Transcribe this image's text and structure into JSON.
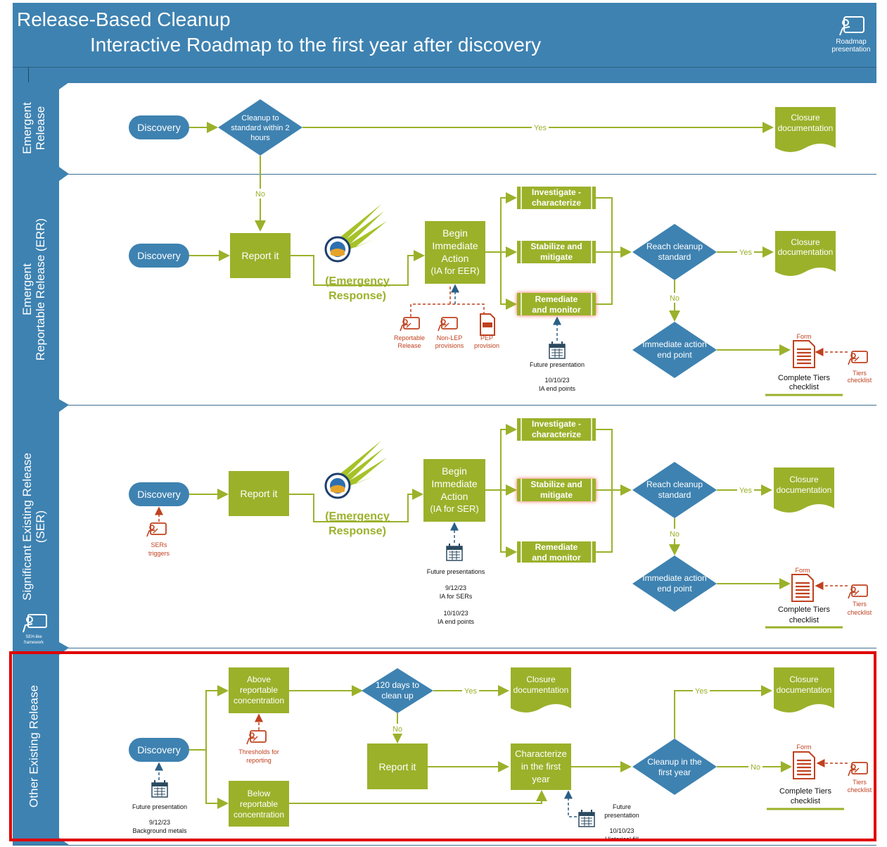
{
  "header": {
    "title": "Release-Based Cleanup",
    "subtitle": "Interactive Roadmap to the first year after discovery",
    "icon_label_1": "Roadmap",
    "icon_label_2": "presentation"
  },
  "lanes": {
    "er": {
      "line1": "Emergent",
      "line2": "Release"
    },
    "err": {
      "line1": "Emergent",
      "line2": "Reportable Release  (ERR)"
    },
    "ser": {
      "line1": "Significant Existing Release",
      "line2": "(SER)"
    },
    "oer": {
      "line1": "Other Existing Release"
    }
  },
  "common": {
    "discovery": "Discovery",
    "report_it": "Report it",
    "yes": "Yes",
    "no": "No",
    "closure_1": "Closure",
    "closure_2": "documentation",
    "emergency_1": "(Emergency",
    "emergency_2": "Response)",
    "investigate_1": "Investigate -",
    "investigate_2": "characterize",
    "stabilize_1": "Stabilize and",
    "stabilize_2": "mitigate",
    "remediate_1": "Remediate",
    "remediate_2": "and monitor",
    "reach_1": "Reach cleanup",
    "reach_2": "standard",
    "ia_end_1": "Immediate action",
    "ia_end_2": "end point",
    "form": "Form",
    "tiers_1": "Complete Tiers",
    "tiers_2": "checklist",
    "tiers_icon_1": "Tiers",
    "tiers_icon_2": "checklist",
    "begin_1": "Begin",
    "begin_2": "Immediate",
    "begin_3": "Action"
  },
  "er": {
    "cleanup_1": "Cleanup to",
    "cleanup_2": "standard within 2",
    "cleanup_3": "hours"
  },
  "err": {
    "begin_4": "(IA for EER)",
    "rr_1": "Reportable",
    "rr_2": "Release",
    "nonlep_1": "Non-LEP",
    "nonlep_2": "provisions",
    "pep_1": "PEP",
    "pep_2": "provision",
    "future_1": "Future presentation",
    "future_2": "10/10/23",
    "future_3": "IA end points"
  },
  "ser": {
    "begin_4": "(IA for SER)",
    "triggers_1": "SERs",
    "triggers_2": "triggers",
    "future_1": "Future presentations",
    "future_2": "9/12/23",
    "future_3": "IA for SERs",
    "future_4": "10/10/23",
    "future_5": "IA end points",
    "framework_1": "SEH-like",
    "framework_2": "framework"
  },
  "oer": {
    "above_1": "Above",
    "above_2": "reportable",
    "above_3": "concentration",
    "below_1": "Below",
    "below_2": "reportable",
    "below_3": "concentration",
    "days_1": "120 days to",
    "days_2": "clean up",
    "char_1": "Characterize",
    "char_2": "in the first",
    "char_3": "year",
    "firstyear_1": "Cleanup in the",
    "firstyear_2": "first year",
    "thresh_1": "Thresholds for",
    "thresh_2": "reporting",
    "future_a1": "Future presentation",
    "future_a2": "9/12/23",
    "future_a3": "Background metals",
    "future_b1": "Future",
    "future_b2": "presentation",
    "future_b3": "10/10/23",
    "future_b4": "Historical fill"
  },
  "colors": {
    "blue": "#3e82b1",
    "green": "#9bb12a",
    "line_green": "#9bb12a",
    "orange": "#c0411f",
    "highlight": "#e00000"
  }
}
